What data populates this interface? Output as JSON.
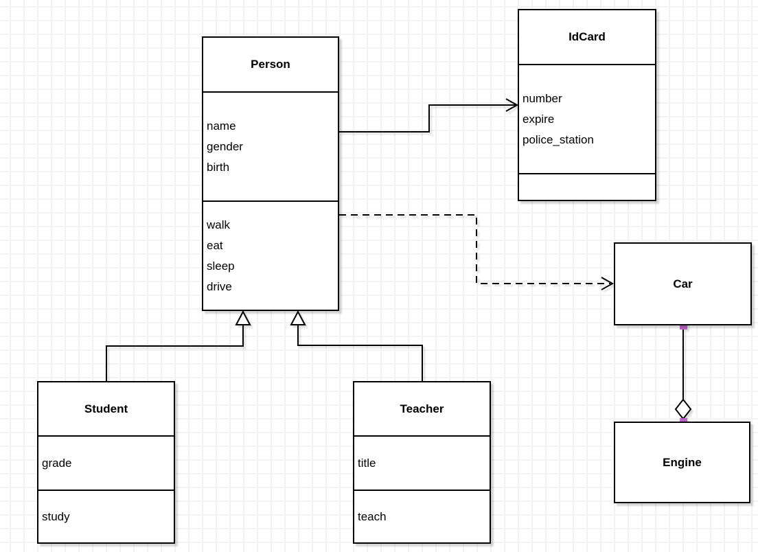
{
  "diagram": {
    "classes": {
      "person": {
        "name": "Person",
        "attributes": [
          "name",
          "gender",
          "birth"
        ],
        "methods": [
          "walk",
          "eat",
          "sleep",
          "drive"
        ]
      },
      "idcard": {
        "name": "IdCard",
        "attributes": [
          "number",
          "expire",
          "police_station"
        ],
        "methods": []
      },
      "student": {
        "name": "Student",
        "attributes": [
          "grade"
        ],
        "methods": [
          "study"
        ]
      },
      "teacher": {
        "name": "Teacher",
        "attributes": [
          "title"
        ],
        "methods": [
          "teach"
        ]
      },
      "car": {
        "name": "Car",
        "attributes": [],
        "methods": []
      },
      "engine": {
        "name": "Engine",
        "attributes": [],
        "methods": []
      }
    },
    "relationships": [
      {
        "from": "Person",
        "to": "IdCard",
        "type": "association",
        "line": "solid",
        "end_marker": "open-arrow"
      },
      {
        "from": "Person",
        "to": "Car",
        "type": "dependency",
        "line": "dashed",
        "end_marker": "open-arrow"
      },
      {
        "from": "Student",
        "to": "Person",
        "type": "generalization",
        "line": "solid",
        "end_marker": "hollow-triangle"
      },
      {
        "from": "Teacher",
        "to": "Person",
        "type": "generalization",
        "line": "solid",
        "end_marker": "hollow-triangle"
      },
      {
        "from": "Car",
        "to": "Engine",
        "type": "aggregation",
        "line": "solid",
        "end_marker": "hollow-diamond"
      }
    ],
    "colors": {
      "canvas_background": "#ffffff",
      "grid_line": "#f2f2f2",
      "box_fill": "#ffffff",
      "box_border": "#000000",
      "text": "#000000",
      "connection_point": "#b666c0"
    }
  }
}
